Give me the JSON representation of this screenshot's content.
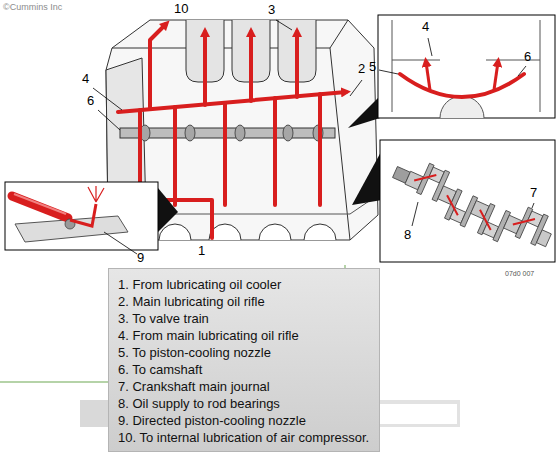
{
  "diagram": {
    "nodes": [
      {
        "text": [
          "1. From lubricating oil cooler",
          "2. Main lubricating oil rifle",
          "3. To valve train",
          "4. From main lubricating oil rifle",
          "5. To piston-cooling nozzle",
          "6. To camshaft",
          "7. Crankshaft main journal",
          "8. Oil supply to rod bearings",
          "9. Directed piston-cooling nozzle",
          "10. To internal lubrication of air compressor."
        ]
      }
    ],
    "labels": [
      "©Cummins Inc",
      "10",
      "3",
      "2",
      "4",
      "5",
      "6",
      "4",
      "6",
      "7",
      "8",
      "1",
      "9",
      "07d0 007"
    ]
  }
}
